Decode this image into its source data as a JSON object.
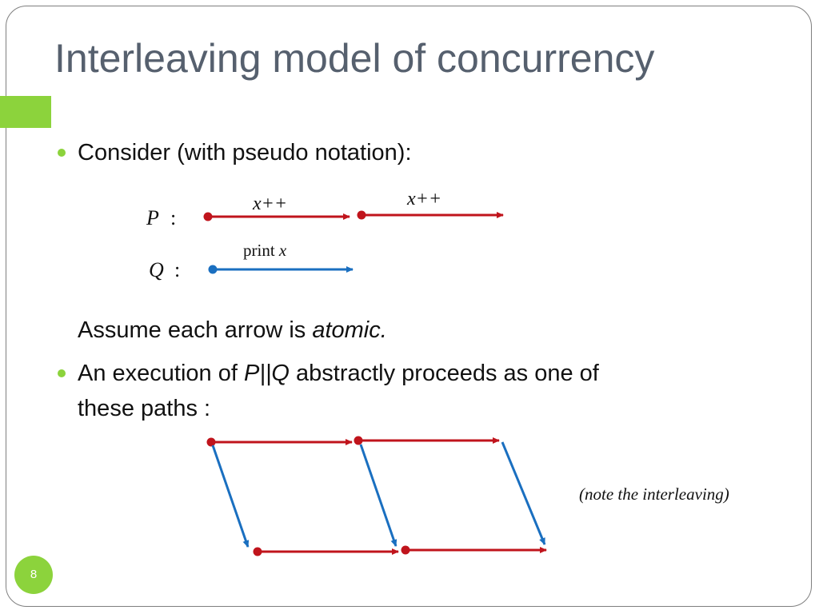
{
  "slide": {
    "title": "Interleaving model of concurrency",
    "page_number": "8"
  },
  "bullets": [
    {
      "text": "Consider (with pseudo notation):"
    },
    {
      "before": "An execution of ",
      "emph": "P||Q",
      "after": " abstractly proceeds as one of",
      "line2": "these paths :"
    }
  ],
  "assume": {
    "text": "Assume each arrow is ",
    "emph": "atomic."
  },
  "diagram_top": {
    "p_label": "P",
    "q_label": "Q",
    "colon": ":",
    "p_arrow_labels": [
      "x++",
      "x++"
    ],
    "q_arrow_label": {
      "text": "print ",
      "var": "x"
    }
  },
  "note": "(note the interleaving)",
  "colors": {
    "red_arrow": "#c0141c",
    "blue_arrow": "#1a6fc0",
    "accent": "#8cd33c",
    "title": "#56606e"
  }
}
